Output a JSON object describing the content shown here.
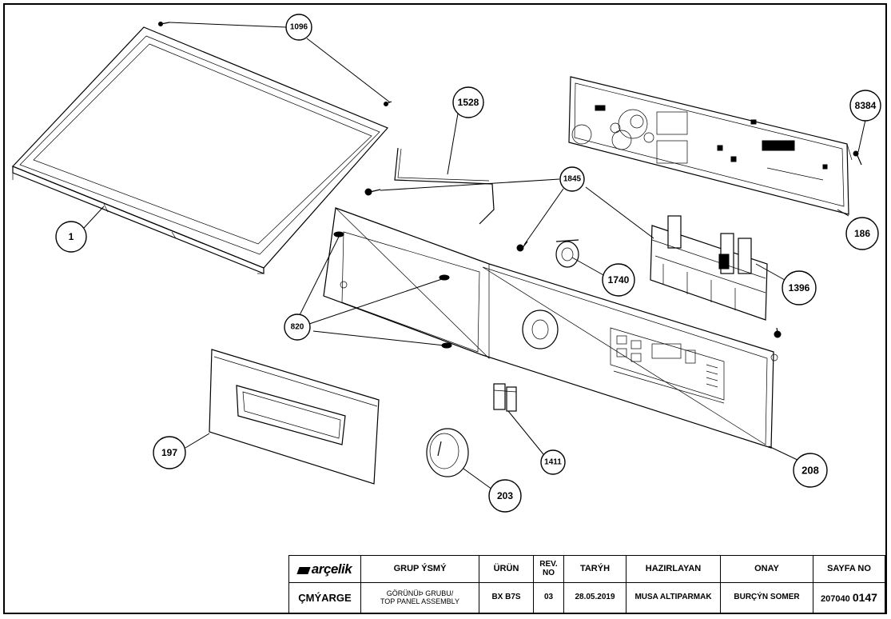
{
  "callouts": [
    {
      "id": "c1096",
      "label": "1096"
    },
    {
      "id": "c1528",
      "label": "1528"
    },
    {
      "id": "c8384",
      "label": "8384"
    },
    {
      "id": "c1845",
      "label": "1845"
    },
    {
      "id": "c1",
      "label": "1"
    },
    {
      "id": "c186",
      "label": "186"
    },
    {
      "id": "c1740",
      "label": "1740"
    },
    {
      "id": "c1396",
      "label": "1396"
    },
    {
      "id": "c820",
      "label": "820"
    },
    {
      "id": "c197",
      "label": "197"
    },
    {
      "id": "c1411",
      "label": "1411"
    },
    {
      "id": "c208",
      "label": "208"
    },
    {
      "id": "c203",
      "label": "203"
    }
  ],
  "title_block": {
    "logo_text": "arçelik",
    "headers": {
      "group_name": "GRUP ÝSMÝ",
      "product": "ÜRÜN",
      "revision": "REV.\nNO",
      "date": "TARÝH",
      "prepared_by": "HAZIRLAYAN",
      "approval": "ONAY",
      "page_no": "SAYFA NO"
    },
    "values": {
      "drawing_type": "ÇMÝARGE",
      "group_name_line1": "GÖRÜNÜÞ GRUBU/",
      "group_name_line2": "TOP PANEL ASSEMBLY",
      "product": "BX B7S",
      "revision": "03",
      "date": "28.05.2019",
      "prepared_by": "MUSA ALTIPARMAK",
      "approval": "BURÇÝN SOMER",
      "page_no_prefix": "207040",
      "page_no_suffix": "0147"
    }
  }
}
